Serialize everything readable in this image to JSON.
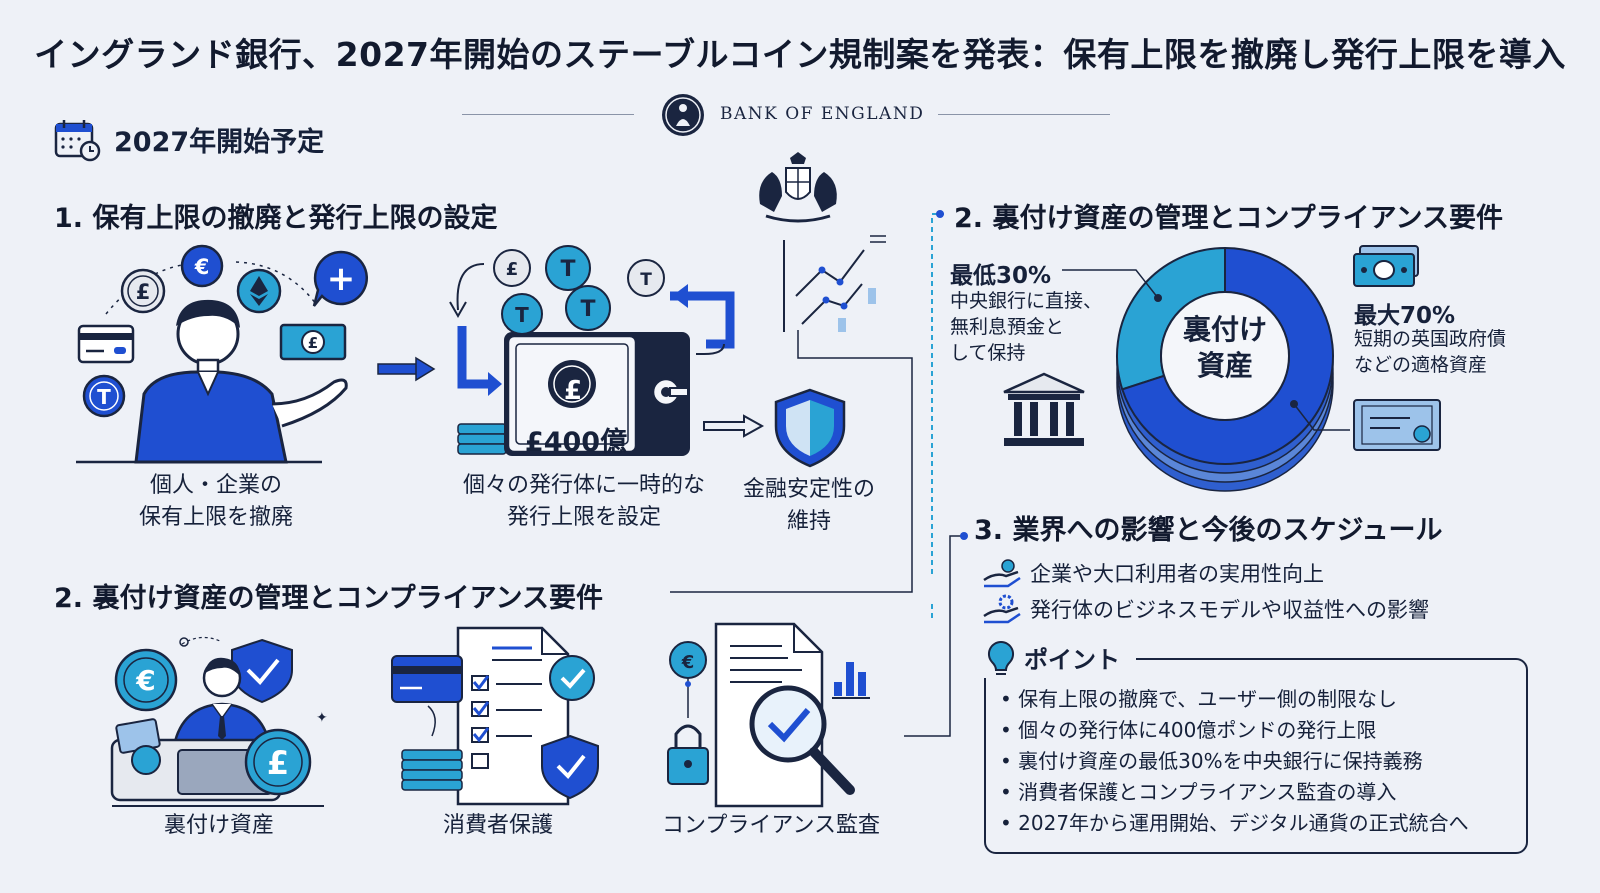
{
  "title": "イングランド銀行、2027年開始のステーブルコイン規制案を発表：保有上限を撤廃し発行上限を導入",
  "brand": "BANK OF ENGLAND",
  "schedule_badge": "2027年開始予定",
  "section1": {
    "heading": "1. 保有上限の撤廃と発行上限の設定",
    "caption_holders_line1": "個人・企業の",
    "caption_holders_line2": "保有上限を撤廃",
    "vault_amount": "£400億",
    "caption_issuer_line1": "個々の発行体に一時的な",
    "caption_issuer_line2": "発行上限を設定",
    "caption_stability_line1": "金融安定性の",
    "caption_stability_line2": "維持"
  },
  "section2_left": {
    "heading": "2. 裏付け資産の管理とコンプライアンス要件",
    "items": [
      {
        "label": "裏付け資産"
      },
      {
        "label": "消費者保護"
      },
      {
        "label": "コンプライアンス監査"
      }
    ]
  },
  "section2_right": {
    "heading": "2. 裏付け資産の管理とコンプライアンス要件",
    "donut_center_line1": "裏付け",
    "donut_center_line2": "資産",
    "left_pct": "最低30%",
    "left_desc_line1": "中央銀行に直接、",
    "left_desc_line2": "無利息預金と",
    "left_desc_line3": "して保持",
    "right_pct": "最大70%",
    "right_desc_line1": "短期の英国政府債",
    "right_desc_line2": "などの適格資産"
  },
  "chart_data": {
    "type": "pie",
    "title": "",
    "categories": [
      "最低30%",
      "最大70%"
    ],
    "values": [
      30,
      70
    ],
    "colors": [
      "#2aa3d4",
      "#1f4fd1"
    ]
  },
  "section3": {
    "heading": "3. 業界への影響と今後のスケジュール",
    "impacts": [
      "企業や大口利用者の実用性向上",
      "発行体のビジネスモデルや収益性への影響"
    ],
    "points_label": "ポイント",
    "points": [
      "保有上限の撤廃で、ユーザー側の制限なし",
      "個々の発行体に400億ポンドの発行上限",
      "裏付け資産の最低30%を中央銀行に保持義務",
      "消費者保護とコンプライアンス監査の導入",
      "2027年から運用開始、デジタル通貨の正式統合へ"
    ]
  },
  "icons": {
    "pound": "£",
    "euro": "€",
    "plus": "+",
    "tether": "T"
  },
  "colors": {
    "primary": "#1f4fd1",
    "cyan": "#2aa3d4",
    "navy": "#16264d",
    "background": "#eef1f7"
  }
}
